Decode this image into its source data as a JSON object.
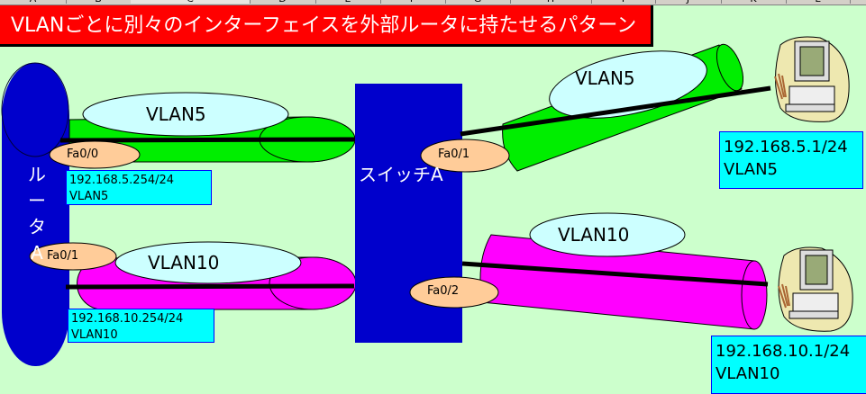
{
  "spreadsheet": {
    "column_headers": [
      "A",
      "B",
      "C",
      "D",
      "E",
      "F",
      "G",
      "H",
      "I",
      "J",
      "K",
      "L"
    ]
  },
  "title": "VLANごとに別々のインターフェイスを外部ルータに持たせるパターン",
  "router": {
    "label_chars": [
      "ル",
      "ー",
      "タ",
      "A"
    ]
  },
  "switch": {
    "label": "スイッチA"
  },
  "links": {
    "router_vlan5": {
      "vlan_label": "VLAN5",
      "interface": "Fa0/0",
      "ip": "192.168.5.254/24",
      "vlan": "VLAN5"
    },
    "router_vlan10": {
      "vlan_label": "VLAN10",
      "interface": "Fa0/1",
      "ip": "192.168.10.254/24",
      "vlan": "VLAN10"
    },
    "switch_vlan5": {
      "vlan_label": "VLAN5",
      "interface": "Fa0/1"
    },
    "switch_vlan10": {
      "vlan_label": "VLAN10",
      "interface": "Fa0/2"
    }
  },
  "hosts": [
    {
      "ip": "192.168.5.1/24",
      "vlan": "VLAN5"
    },
    {
      "ip": "192.168.10.1/24",
      "vlan": "VLAN10"
    }
  ],
  "colors": {
    "background": "#ccffcc",
    "title": "#ff0000",
    "device": "#0000cc",
    "vlan5": "#00ee00",
    "vlan10": "#ff00ff",
    "label_ellipse": "#ccffff",
    "interface": "#ffcc99",
    "ip_box": "#00ffff"
  }
}
